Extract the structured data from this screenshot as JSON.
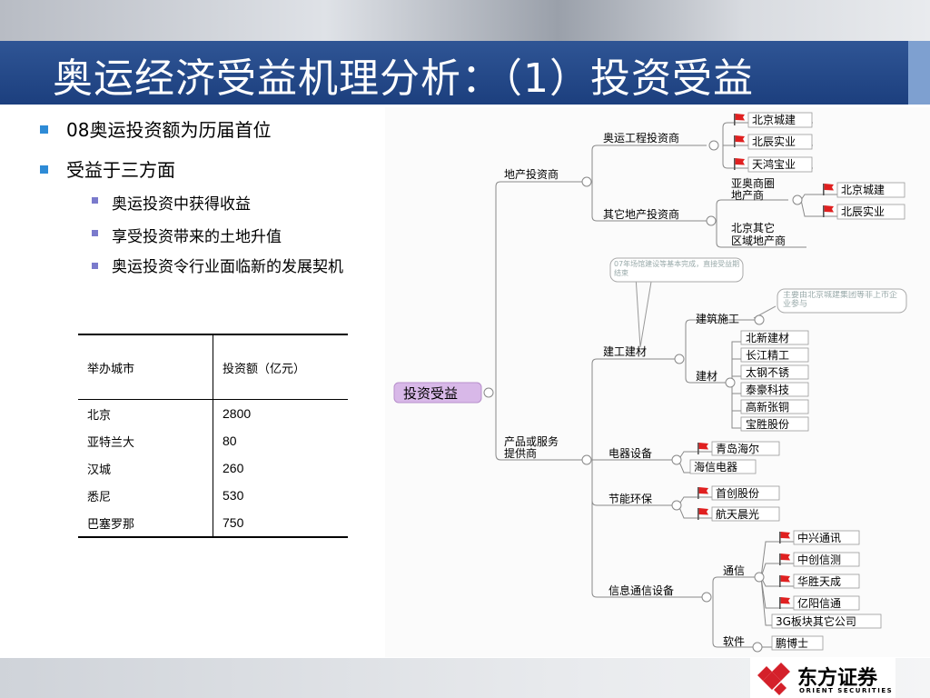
{
  "title": "奥运经济受益机理分析：（1）投资受益",
  "bullets": [
    "08奥运投资额为历届首位",
    "受益于三方面"
  ],
  "sub_bullets": [
    "奥运投资中获得收益",
    "享受投资带来的土地升值",
    "奥运投资令行业面临新的发展契机"
  ],
  "chart_data": {
    "type": "table",
    "columns": [
      "举办城市",
      "投资额（亿元）"
    ],
    "rows": [
      [
        "北京",
        "2800"
      ],
      [
        "亚特兰大",
        "80"
      ],
      [
        "汉城",
        "260"
      ],
      [
        "悉尼",
        "530"
      ],
      [
        "巴塞罗那",
        "750"
      ]
    ]
  },
  "mindmap": {
    "root": "投资受益",
    "branch_property": "地产投资商",
    "olympic_engineering": "奥运工程投资商",
    "other_property": "其它地产投资商",
    "yaao_line1": "亚奥商圈",
    "yaao_line2": "地产商",
    "beijing_other_line1": "北京其它",
    "beijing_other_line2": "区域地产商",
    "branch_products_line1": "产品或服务",
    "branch_products_line2": "提供商",
    "callout_2007": "07年场馆建设等基本完成，直接受益期结束",
    "callout_bucg": "主要由北京城建集团等非上市企业参与",
    "construction_materials": "建工建材",
    "construction": "建筑施工",
    "materials": "建材",
    "electrical": "电器设备",
    "energy_saving": "节能环保",
    "it_telecom": "信息通信设备",
    "telecom": "通信",
    "software": "软件",
    "companies": {
      "olympic_1": "北京城建",
      "olympic_2": "北辰实业",
      "olympic_3": "天鸿宝业",
      "yaao_1": "北京城建",
      "yaao_2": "北辰实业",
      "mat_1": "北新建材",
      "mat_2": "长江精工",
      "mat_3": "太钢不锈",
      "mat_4": "泰豪科技",
      "mat_5": "高新张铜",
      "mat_6": "宝胜股份",
      "elec_1": "青岛海尔",
      "elec_2": "海信电器",
      "env_1": "首创股份",
      "env_2": "航天晨光",
      "tel_1": "中兴通讯",
      "tel_2": "中创信测",
      "tel_3": "华胜天成",
      "tel_4": "亿阳信通",
      "tel_5": "3G板块其它公司",
      "sw_1": "鹏博士"
    }
  },
  "logo": {
    "name": "东方证券",
    "english": "ORIENT SECURITIES"
  },
  "colors": {
    "title_bar": "#24488a",
    "bullet_square": "#2e8bd6",
    "sub_bullet_square": "#7a7acc",
    "root_node": "#d8b8e8",
    "flag_red": "#e02020",
    "logo_red": "#d4202a"
  }
}
